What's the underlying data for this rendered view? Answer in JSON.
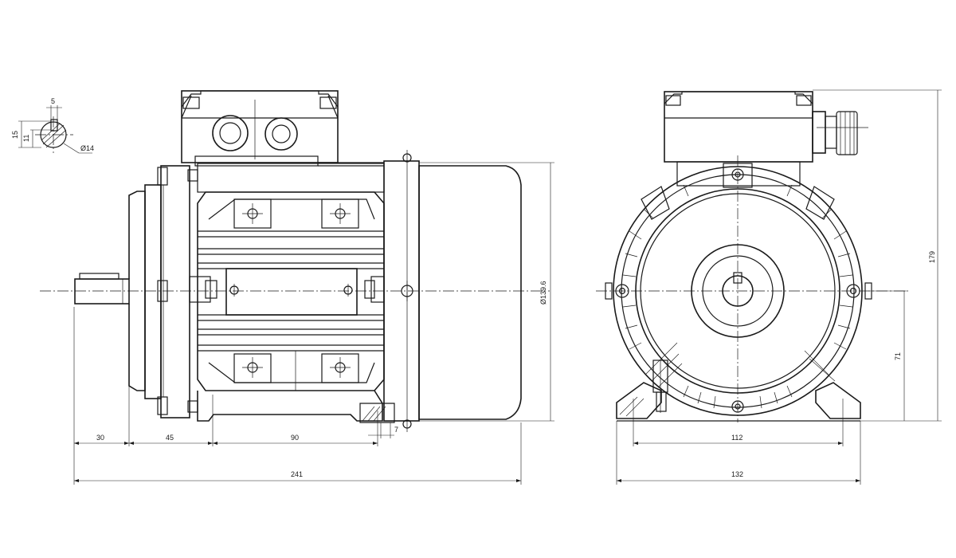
{
  "dimensions": {
    "keyway_width": "5",
    "keyway_height": "15",
    "shaft_key_height": "11",
    "shaft_diameter": "Ø14",
    "shaft_length": "30",
    "shoulder_to_foot": "45",
    "foot_hole_spacing": "90",
    "foot_offset": "7",
    "overall_length": "241",
    "frame_diameter": "Ø139.6",
    "overall_height": "179",
    "shaft_center_height": "71",
    "foot_hole_span": "112",
    "base_width": "132"
  },
  "colors": {
    "line": "#1a1a1a",
    "background": "#ffffff"
  }
}
